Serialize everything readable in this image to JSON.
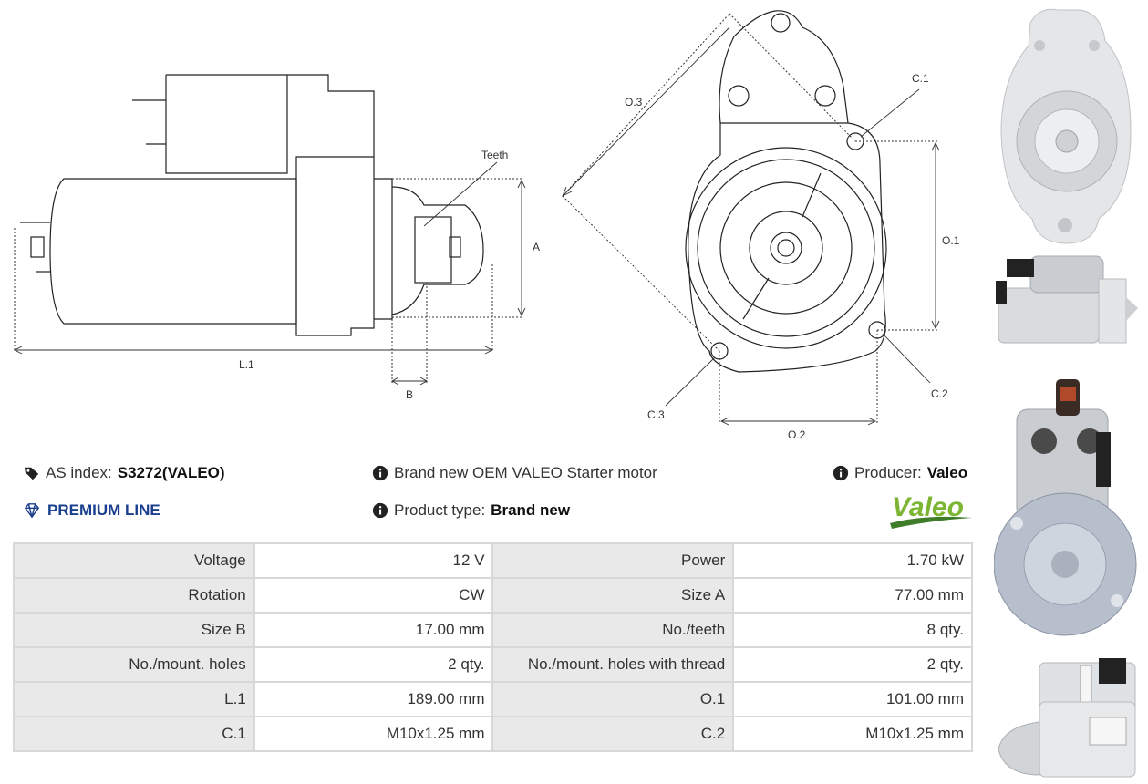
{
  "drawing": {
    "labels": {
      "teeth": "Teeth",
      "a": "A",
      "l1": "L.1",
      "b": "B",
      "o3": "O.3",
      "c1": "C.1",
      "o1": "O.1",
      "c2": "C.2",
      "c3": "C.3",
      "o2": "O.2"
    }
  },
  "info": {
    "as_index_label": "AS index:",
    "as_index_value": "S3272(VALEO)",
    "premium": "PREMIUM LINE",
    "description": "Brand new OEM VALEO Starter motor",
    "product_type_label": "Product type:",
    "product_type_value": "Brand new",
    "producer_label": "Producer:",
    "producer_value": "Valeo",
    "brand_logo_text": "Valeo",
    "icons": {
      "tag": "tag-icon",
      "diamond": "diamond-icon",
      "info": "info-icon"
    },
    "colors": {
      "premium": "#1b3f8f",
      "logo_green": "#7bb531",
      "logo_green_dark": "#3f7d2a"
    }
  },
  "specs": [
    [
      "Voltage",
      "12 V",
      "Power",
      "1.70 kW"
    ],
    [
      "Rotation",
      "CW",
      "Size A",
      "77.00 mm"
    ],
    [
      "Size B",
      "17.00 mm",
      "No./teeth",
      "8 qty."
    ],
    [
      "No./mount. holes",
      "2 qty.",
      "No./mount. holes with thread",
      "2 qty."
    ],
    [
      "L.1",
      "189.00 mm",
      "O.1",
      "101.00 mm"
    ],
    [
      "C.1",
      "M10x1.25 mm",
      "C.2",
      "M10x1.25 mm"
    ]
  ]
}
